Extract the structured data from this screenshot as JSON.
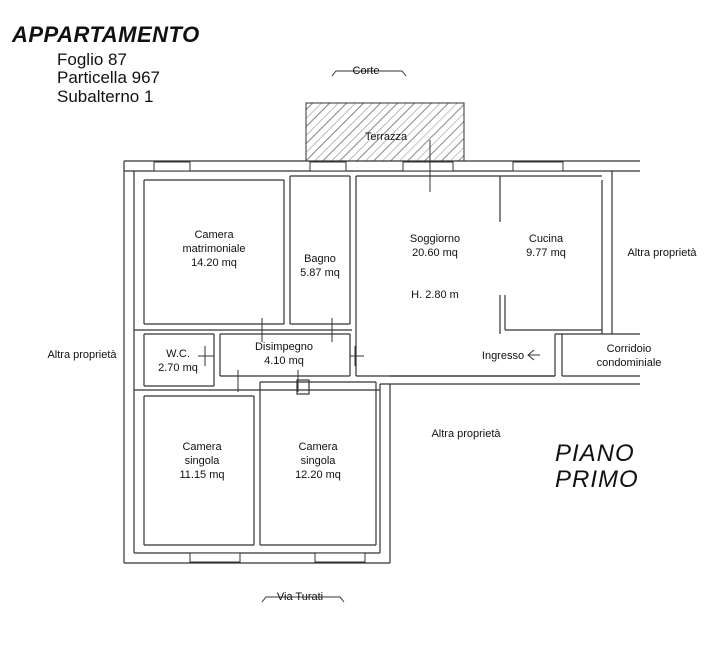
{
  "header": {
    "title": "APPARTAMENTO",
    "foglio": "Foglio 87",
    "particella": "Particella 967",
    "subalterno": "Subalterno 1"
  },
  "floor": {
    "line1": "PIANO",
    "line2": "PRIMO"
  },
  "surroundings": {
    "north": "Corte",
    "south": "Via Turati",
    "west": "Altra proprietà",
    "east": "Altra proprietà",
    "southeast": "Altra proprietà",
    "corridor_line1": "Corridoio",
    "corridor_line2": "condominiale",
    "entrance": "Ingresso"
  },
  "rooms": {
    "terrazza": {
      "name": "Terrazza"
    },
    "camera_matrimoniale": {
      "name1": "Camera",
      "name2": "matrimoniale",
      "area": "14.20 mq"
    },
    "bagno": {
      "name": "Bagno",
      "area": "5.87 mq"
    },
    "soggiorno": {
      "name": "Soggiorno",
      "area": "20.60 mq",
      "height": "H. 2.80 m"
    },
    "cucina": {
      "name": "Cucina",
      "area": "9.77 mq"
    },
    "wc": {
      "name": "W.C.",
      "area": "2.70 mq"
    },
    "disimpegno": {
      "name": "Disimpegno",
      "area": "4.10 mq"
    },
    "camera_singola_1": {
      "name1": "Camera",
      "name2": "singola",
      "area": "11.15 mq"
    },
    "camera_singola_2": {
      "name1": "Camera",
      "name2": "singola",
      "area": "12.20 mq"
    }
  }
}
